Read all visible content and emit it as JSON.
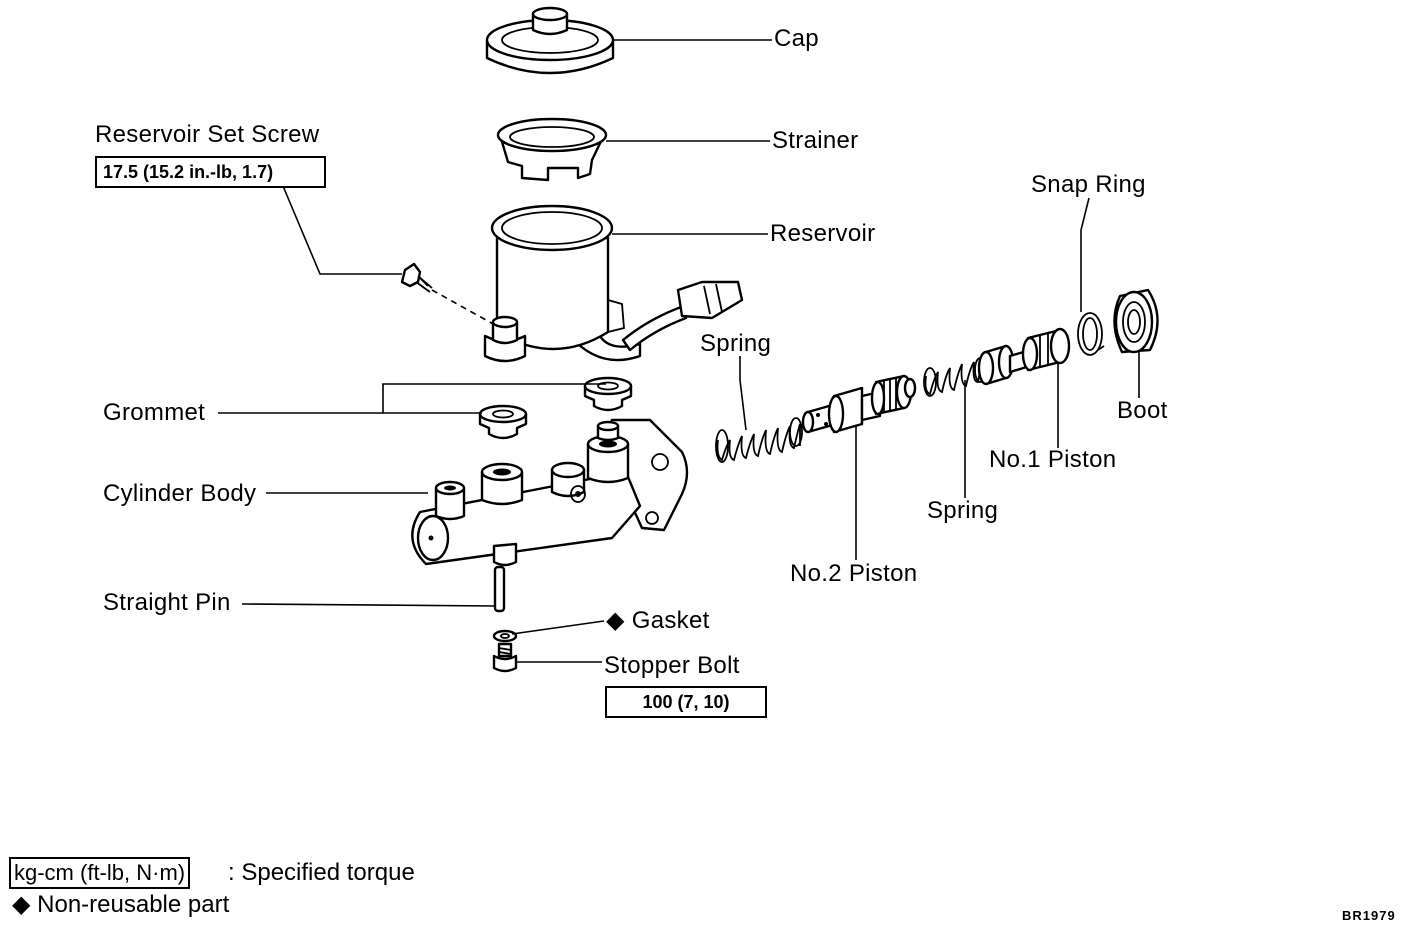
{
  "labels": {
    "cap": "Cap",
    "strainer": "Strainer",
    "reservoir_set_screw": "Reservoir Set Screw",
    "reservoir": "Reservoir",
    "snap_ring": "Snap Ring",
    "spring_left": "Spring",
    "grommet": "Grommet",
    "boot": "Boot",
    "no1_piston": "No.1 Piston",
    "cylinder_body": "Cylinder Body",
    "spring_right": "Spring",
    "no2_piston": "No.2 Piston",
    "straight_pin": "Straight Pin",
    "gasket": "Gasket",
    "stopper_bolt": "Stopper Bolt"
  },
  "torque_specs": {
    "reservoir_set_screw": "17.5 (15.2 in.-lb, 1.7)",
    "stopper_bolt": "100 (7, 10)"
  },
  "legend": {
    "torque_unit": "kg-cm (ft-lb, N·m)",
    "torque_desc": ": Specified torque",
    "nonreusable_symbol": "◆",
    "nonreusable_desc": "Non-reusable part"
  },
  "figure_code": "BR1979",
  "colors": {
    "ink": "#000000",
    "paper": "#ffffff"
  },
  "icons": {
    "non_reusable": "diamond-icon"
  }
}
